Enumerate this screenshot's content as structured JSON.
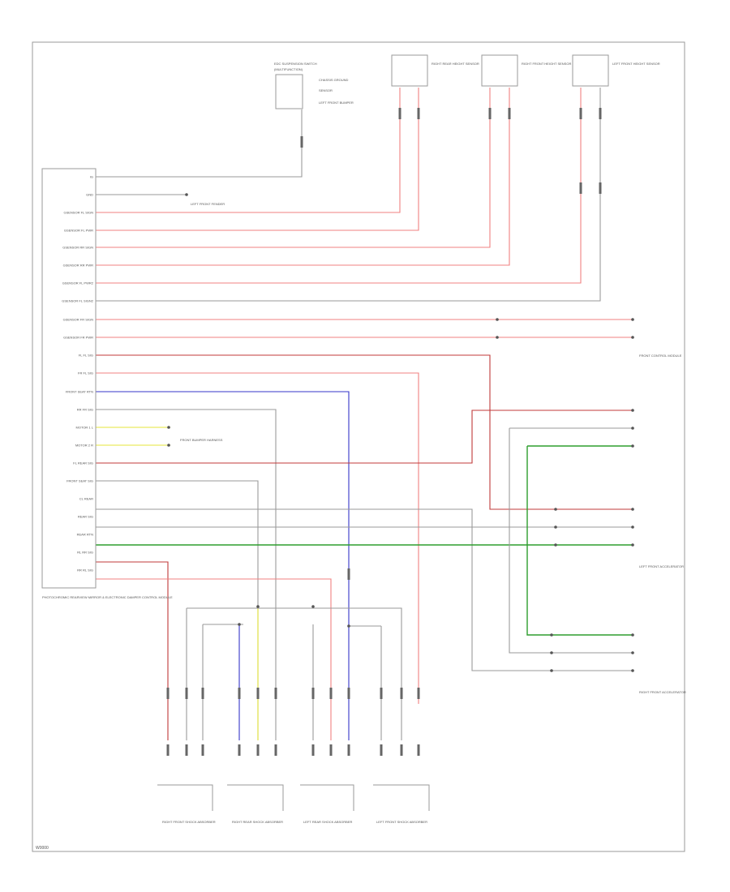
{
  "figure_id": "W0000",
  "colors": {
    "red": "#f08080",
    "darkred": "#c03a3a",
    "gray": "#9a9a9a",
    "blue": "#3535c8",
    "yellow": "#e4e43a",
    "green": "#2e9e2e"
  },
  "module": {
    "caption": "PHOTOCHROMIC REARVIEW MIRROR & ELECTRONIC DAMPER CONTROL MODULE",
    "pin_labels": [
      "IG",
      "GND",
      "GSENSOR FL SIGN",
      "GSENSOR FL PWR",
      "GSENSOR RR SIGN",
      "GSENSOR RR PWR",
      "GSENSOR FL PWR2",
      "GSENSOR FL SIGN2",
      "GSENSOR FR SIGN",
      "GSENSOR FR PWR",
      "FL FL SIG",
      "FR FL SIG",
      "FRONT SEAT RTN",
      "RR FR SIG",
      "MOTOR 1 L",
      "MOTOR 2 R",
      "FL REAR SIG",
      "FRONT SEAT SIG",
      "CL REAR",
      "REAR SIG",
      "REAR RTN",
      "RL RR SIG",
      "RR RL SIG"
    ]
  },
  "switch": {
    "title": "EDC SUSPENSION SWITCH",
    "sub": "(MULTIFUNCTION)",
    "notes": [
      "CHASSIS GROUND",
      "SENSOR",
      "LEFT FRONT BUMPER"
    ]
  },
  "top_sensors": [
    "RIGHT REAR HEIGHT SENSOR",
    "RIGHT FRONT HEIGHT SENSOR",
    "LEFT FRONT HEIGHT SENSOR"
  ],
  "ground_note": "LEFT FRONT FENDER",
  "motor_note": "FRONT BUMPER HARNESS",
  "right_groups": [
    "FRONT CONTROL MODULE",
    "LEFT FRONT ACCELERATOR",
    "RIGHT FRONT ACCELERATOR"
  ],
  "bottom_sensors": [
    "RIGHT FRONT SHOCK ABSORBER",
    "RIGHT REAR SHOCK ABSORBER",
    "LEFT REAR SHOCK ABSORBER",
    "LEFT FRONT SHOCK ABSORBER"
  ]
}
